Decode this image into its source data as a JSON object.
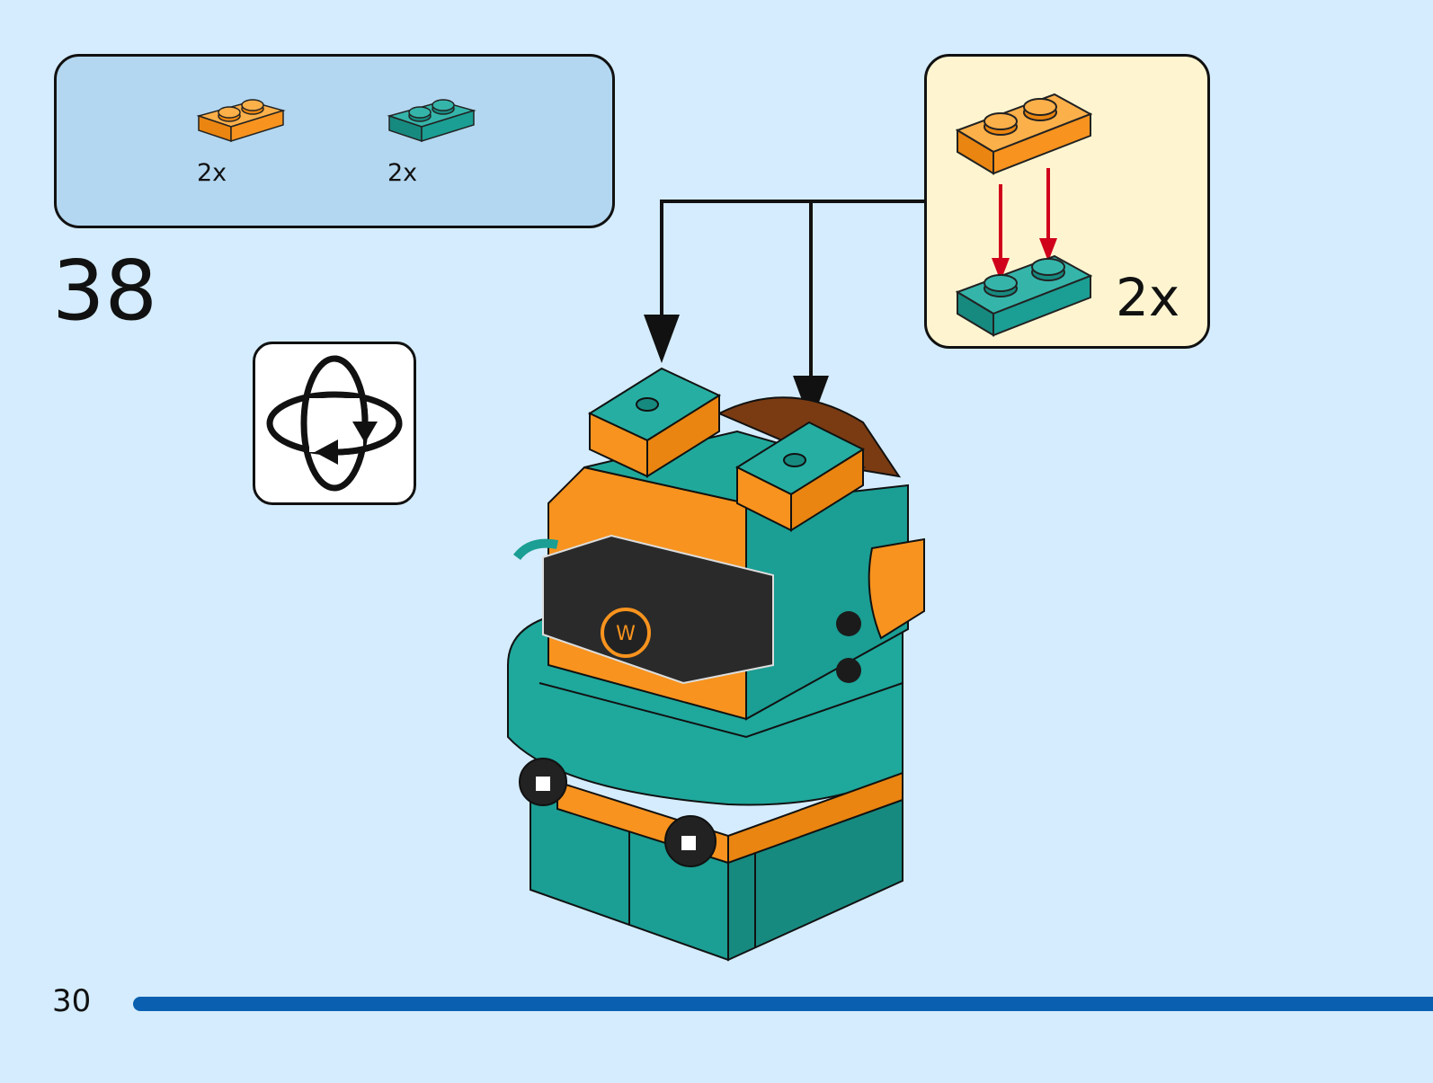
{
  "parts_list": {
    "items": [
      {
        "name": "orange-plate-1x2",
        "qty": "2x",
        "color": "#f7931e"
      },
      {
        "name": "teal-plate-1x2",
        "qty": "2x",
        "color": "#1b9e93"
      }
    ]
  },
  "step": {
    "number": "38"
  },
  "rotate_icon": {
    "icon": "rotate-model-icon"
  },
  "sub_assembly": {
    "qty": "2x",
    "arrow_color": "#d0021b"
  },
  "footer": {
    "page_number": "30"
  },
  "colors": {
    "background": "#d4ecfd",
    "parts_panel": "#b3d7f0",
    "subassembly_panel": "#fef5d0",
    "teal": "#1b9e93",
    "orange": "#f7931e",
    "page_bar": "#0a5fb0"
  }
}
